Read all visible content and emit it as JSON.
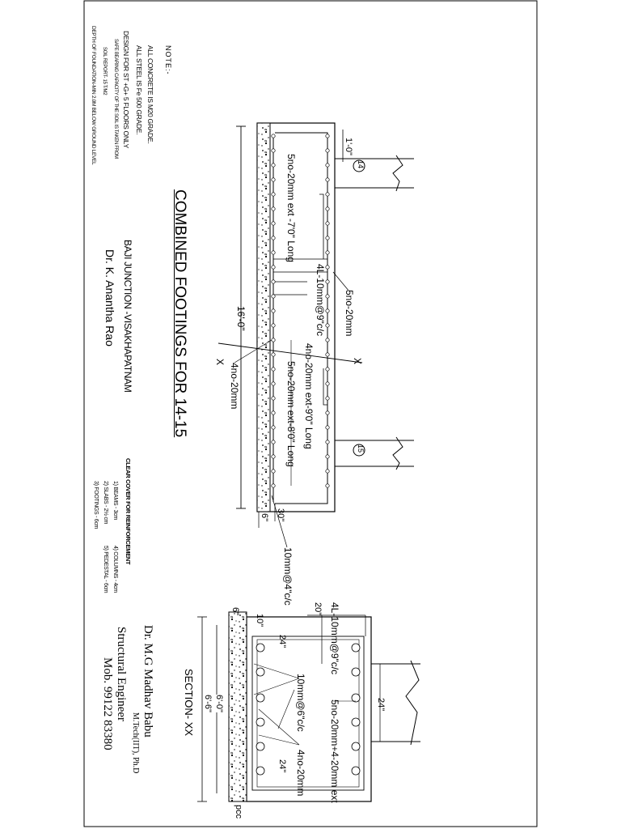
{
  "notes": {
    "heading": "NOTE:-",
    "lines": [
      "ALL CONCRETE IS M20 GRADE.",
      "ALL STEEL IS Fe 500 GRADE.",
      "DESIGN FOR ST +G+ 5 FLOORS ONLY",
      "SAFE BEARING CAPACITY OF THE SOIL IS TAKEN FROM",
      "SOIL REPORT- 15 T/M2",
      "DEPTH OF FOUNDATION-MIN 2.0M BELOW GROUND LEVEL"
    ]
  },
  "title": {
    "main": "COMBINED FOOTINGS FOR 14-15",
    "project": "BAJI JUNCTION -VISAKHAPATNAM",
    "client": "Dr. K. Anantha Rao"
  },
  "cover": {
    "heading": "CLEAR COVER FOR REINFORCEMENT",
    "col1": [
      "1)  BEAMS - 3cm",
      "2) SLABS - 2½ cm",
      "3) FOOTINGS - 6cm"
    ],
    "col2": [
      "4) COLUMNS - 4cm",
      "5) PEDESTAL - 6cm"
    ]
  },
  "engineer": {
    "name": "Dr. M.G Madhav Babu",
    "degree": "M.Tech(IIT), Ph.D",
    "role": "Structural Engineer",
    "mobile": "Mob. 99122 83380"
  },
  "elevation": {
    "dim_left": "1'-0\"",
    "col_a": "14",
    "col_b": "15",
    "bar_top": "5no-20mm",
    "bar_stirrup": "4L-10mm@9\"c/c",
    "bar_ext70": "5no-20mm ext -7'0\" Long",
    "bar_ext90": "4no-20mm ext-9'0\" Long",
    "bar_ext80": "5no-20mm ext-8'0\" Long",
    "bar_bottom": "4no-20mm",
    "dim_length": "16'-0\"",
    "dim_30": "30\"",
    "dim_6": "6\"",
    "section_mark": "X",
    "bar_dist": "10mm@4\"c/c"
  },
  "section": {
    "title": "SECTION- XX",
    "stirrup": "4L-10mm@9\"c/c",
    "dim_20": "20\"",
    "dim_24_col": "24\"",
    "dim_10": "10\"",
    "dim_24_a": "24\"",
    "dim_24_b": "24\"",
    "dim_6": "6\"",
    "top_bars": "5no-20mm+4-20mm ext",
    "dist_bars": "10mm@6\"c/c",
    "bottom_bars": "4no-20mm",
    "width_inner": "6'-0\"",
    "width_outer": "6'-6\"",
    "pcc": "pcc"
  }
}
